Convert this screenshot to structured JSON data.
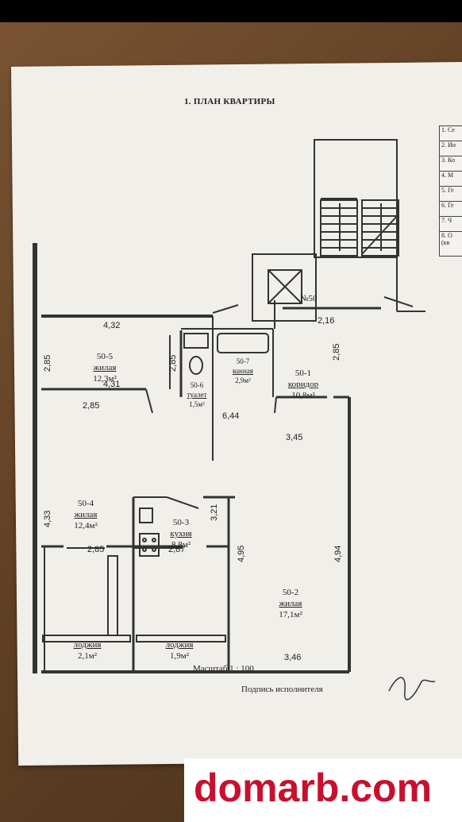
{
  "plan_title": "1. ПЛАН КВАРТИРЫ",
  "apartment_number": "№50",
  "scale_label": "Масштаб 1 : 100",
  "signature_label": "Подпись исполнителя",
  "watermark": "domarb.com",
  "rooms": [
    {
      "id": "50-5",
      "type": "жилая",
      "area": "12,3м²"
    },
    {
      "id": "50-6",
      "type": "туалет",
      "area": "1,5м²"
    },
    {
      "id": "50-7",
      "type": "ванная",
      "area": "2,9м²"
    },
    {
      "id": "50-1",
      "type": "коридор",
      "area": "10,8м²"
    },
    {
      "id": "50-4",
      "type": "жилая",
      "area": "12,4м²"
    },
    {
      "id": "50-3",
      "type": "кухня",
      "area": "8,8м²"
    },
    {
      "id": "50-2",
      "type": "жилая",
      "area": "17,1м²"
    },
    {
      "id": "",
      "type": "лоджия",
      "area": "2,1м²"
    },
    {
      "id": "",
      "type": "лоджия",
      "area": "1,9м²"
    }
  ],
  "dimensions": {
    "d432": "4,32",
    "d285a": "2,85",
    "d285b": "2,85",
    "d216": "2,16",
    "d431": "4,31",
    "d285c": "2,85",
    "d285d": "2,85",
    "d644": "6,44",
    "d345": "3,45",
    "d433": "4,33",
    "d321": "3,21",
    "d495": "4,95",
    "d494": "4,94",
    "d285e": "2,85",
    "d287": "2,87",
    "d346": "3,46"
  },
  "legend_rows": [
    "1. Се",
    "2. Ин",
    "3. Ко",
    "4. М",
    "5. Ге",
    "6. Ге",
    "7. Ч",
    "8. О (кв"
  ]
}
